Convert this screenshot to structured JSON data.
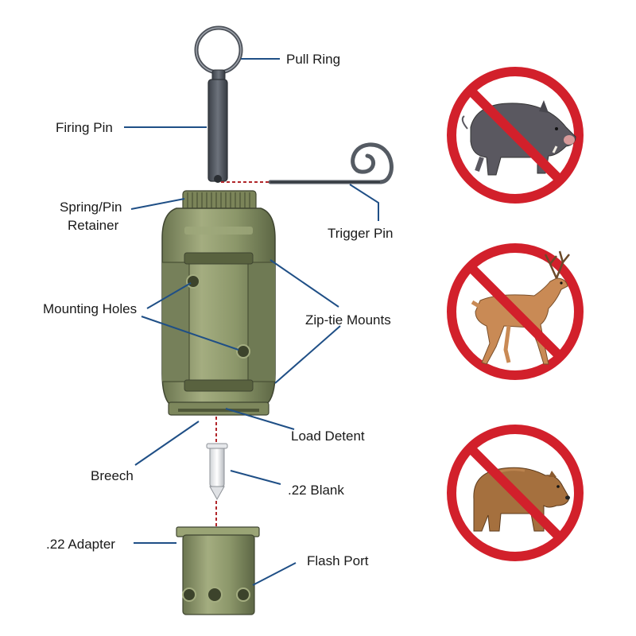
{
  "labels": {
    "pull_ring": "Pull Ring",
    "firing_pin": "Firing Pin",
    "spring_pin_retainer_line1": "Spring/Pin",
    "spring_pin_retainer_line2": "Retainer",
    "trigger_pin": "Trigger Pin",
    "mounting_holes": "Mounting Holes",
    "zip_tie_mounts": "Zip-tie Mounts",
    "load_detent": "Load Detent",
    "breech": "Breech",
    "blank_22": ".22 Blank",
    "adapter_22": ".22 Adapter",
    "flash_port": "Flash Port"
  },
  "prohibited_animals": [
    "boar-icon",
    "deer-icon",
    "bear-icon"
  ],
  "colors": {
    "body_green": "#8f9a6c",
    "body_dark": "#5e6848",
    "prohibition_red": "#d2202b",
    "leader_blue": "#1f4f86",
    "dashed_red": "#b1262a"
  }
}
